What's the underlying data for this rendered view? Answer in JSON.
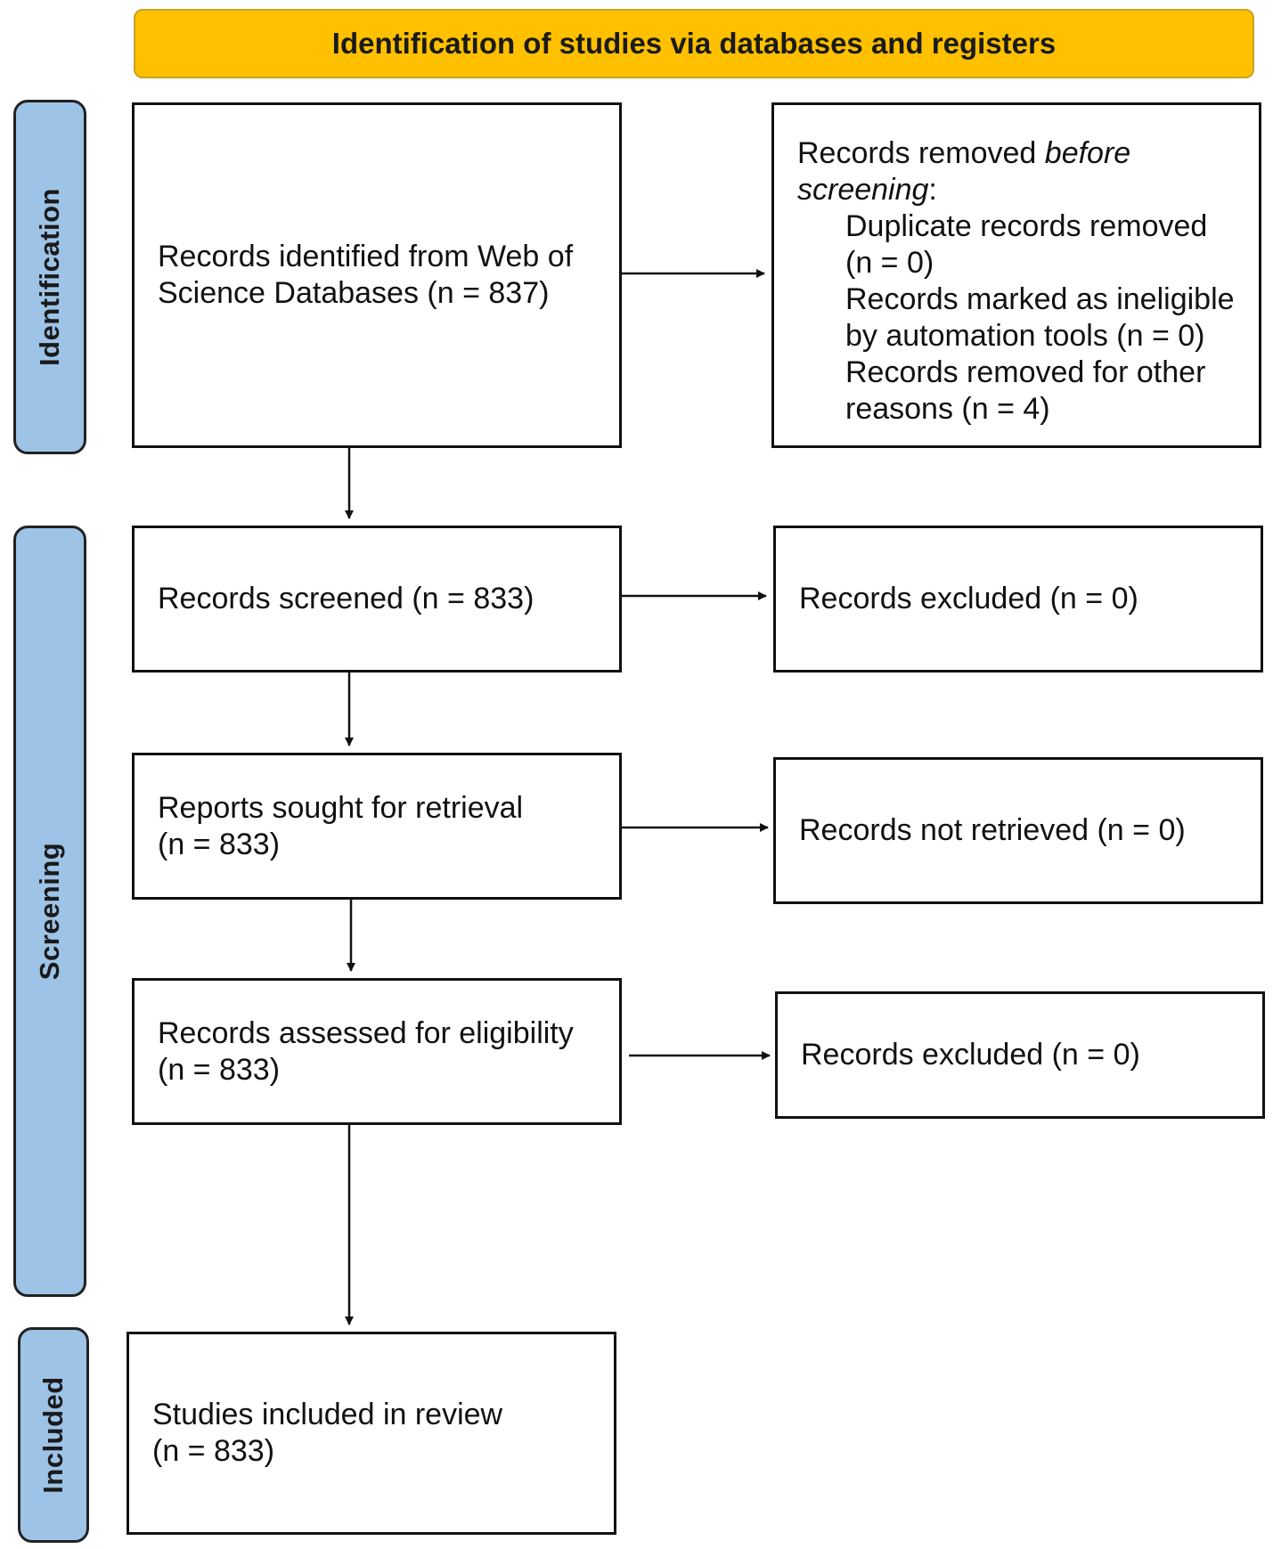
{
  "header": {
    "title": "Identification of studies via databases and registers"
  },
  "phases": {
    "identification": "Identification",
    "screening": "Screening",
    "included": "Included"
  },
  "boxes": {
    "identified": {
      "line1": "Records identified from Web of",
      "line2": "Science Databases (n = 837)"
    },
    "removed": {
      "lead": "Records removed ",
      "lead_em": "before",
      "lead2_em": "screening",
      "lead2_colon": ":",
      "items": [
        "Duplicate records removed",
        "(n = 0)",
        "Records marked as ineligible",
        "by automation tools (n = 0)",
        "Records removed for other",
        "reasons (n = 4)"
      ]
    },
    "screened": "Records screened (n = 833)",
    "excluded1": "Records excluded (n = 0)",
    "sought": {
      "line1": "Reports sought for retrieval",
      "line2": "(n = 833)"
    },
    "not_retrieved": "Records not retrieved (n = 0)",
    "assessed": {
      "line1": "Records assessed for eligibility",
      "line2": "(n = 833)"
    },
    "excluded2": "Records excluded (n = 0)",
    "included": {
      "line1": "Studies included in review",
      "line2": "(n = 833)"
    }
  },
  "colors": {
    "header_fill": "#ffc000",
    "phase_fill": "#9dc3e6",
    "border": "#111111"
  }
}
